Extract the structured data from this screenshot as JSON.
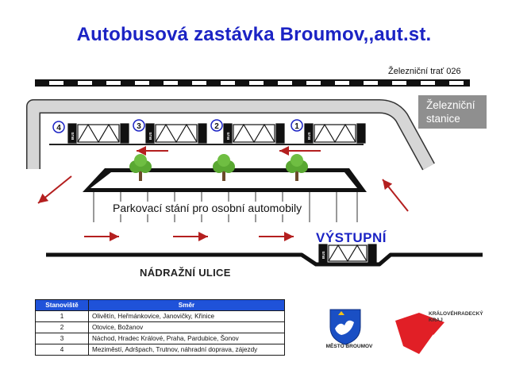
{
  "title": "Autobusová zastávka Broumov,,aut.st.",
  "railway_label": "Železniční trať 026",
  "station": {
    "line1": "Železniční",
    "line2": "stanice"
  },
  "stops": [
    {
      "number": "4",
      "bus_label": "BUS"
    },
    {
      "number": "3",
      "bus_label": "BUS"
    },
    {
      "number": "2",
      "bus_label": "BUS"
    },
    {
      "number": "1",
      "bus_label": "BUS"
    }
  ],
  "exit_bus_label": "BUS",
  "parking_label": "Parkovací stání pro osobní automobily",
  "exit_label": "VÝSTUPNÍ",
  "street_label": "NÁDRAŽNÍ ULICE",
  "table": {
    "headers": [
      "Stanoviště",
      "Směr"
    ],
    "rows": [
      {
        "stop": "1",
        "direction": "Olivětín, Heřmánkovice, Janovičky, Křinice"
      },
      {
        "stop": "2",
        "direction": "Otovice, Božanov"
      },
      {
        "stop": "3",
        "direction": "Náchod, Hradec Králové, Praha, Pardubice, Šonov"
      },
      {
        "stop": "4",
        "direction": "Meziměstí, Adršpach, Trutnov, náhradní doprava, zájezdy"
      }
    ]
  },
  "logos": {
    "town": "MĚSTO BROUMOV",
    "region": "KRÁLOVÉHRADECKÝ KRAJ"
  },
  "colors": {
    "title_blue": "#1b23c4",
    "table_header_blue": "#1f52d9",
    "arrow_red": "#b41f1f",
    "tree_green": "#5aa832",
    "road_gray": "#d6d6d6",
    "station_gray": "#8f8f8f",
    "region_red": "#e11f26"
  }
}
